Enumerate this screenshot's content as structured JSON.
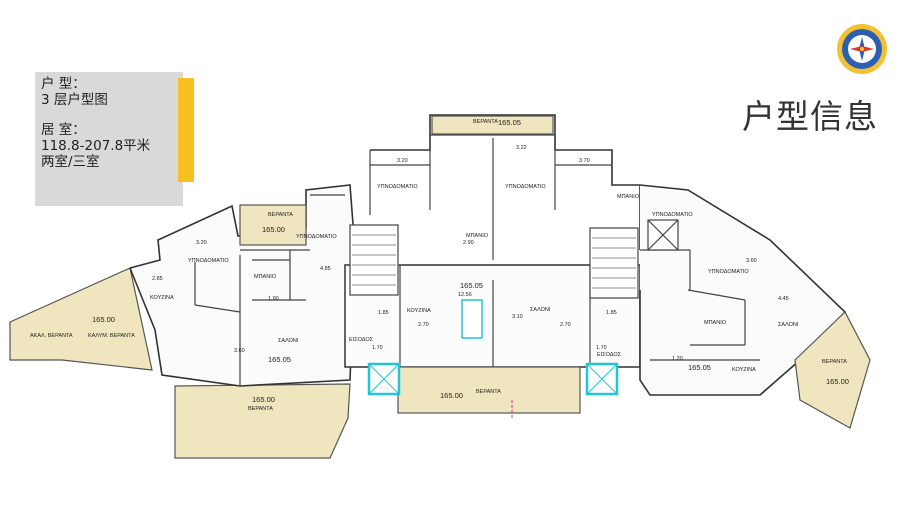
{
  "slide_title": "户型信息",
  "info": {
    "type_label": "户 型：",
    "type_value": "3 层户型图",
    "room_label": "居 室：",
    "area_value": "118.8-207.8平米",
    "room_value": "两室/三室"
  },
  "plan": {
    "elevations": [
      "165.00",
      "165.00",
      "165.05",
      "165.05",
      "165.05",
      "165.00",
      "165.00",
      "165.00",
      "165.05"
    ],
    "rooms": {
      "veranta": "ΒΕΡΑΝΤΑ",
      "akal_veranta": "ΑΚΑΛ. ΒΕΡΑΝΤΑ",
      "kalym_veranta": "ΚΑΛΥΜ. ΒΕΡΑΝΤΑ",
      "kouzina": "ΚΟΥΖΙΝΑ",
      "saloni": "ΣΑΛΟΝΙ",
      "ypnodomatio": "ΥΠΝΟΔΟΜΑΤΙΟ",
      "mpanio": "ΜΠΑΝΙΟ",
      "eisodos": "ΕΙΣΟΔΟΣ"
    },
    "dims": [
      "3.20",
      "3.22",
      "3.70",
      "3.20",
      "3.60",
      "2.90",
      "4.85",
      "12.56",
      "2.70",
      "3.10",
      "2.70",
      "1.85",
      "1.85",
      "1.70",
      "1.70",
      "3.60",
      "4.45",
      "2.85",
      "1.20",
      "1.90"
    ]
  },
  "colors": {
    "accent_yellow": "#f5c020",
    "panel_gray": "#d9d9d9",
    "stair_cyan": "#22c4d8",
    "terrace_fill": "#efe6c0"
  }
}
